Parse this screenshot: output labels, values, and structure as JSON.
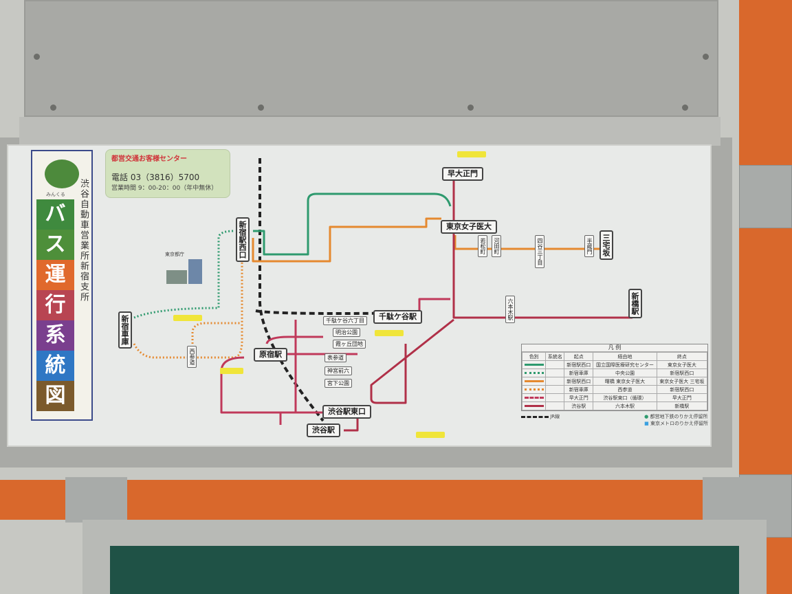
{
  "title_column": {
    "chars": [
      "バ",
      "ス",
      "運",
      "行",
      "系",
      "統",
      "図"
    ],
    "subtitle": "渋谷自動車営業所新宿支所",
    "mascot_name": "みんくる"
  },
  "info": {
    "title": "都営交通お客様センター",
    "tel": "電話 03（3816）5700",
    "hours": "営業時間 9：00-20：00（年中無休）"
  },
  "landmarks": {
    "tocho": "東京都庁"
  },
  "stations": [
    "新宿駅西口",
    "新宿車庫",
    "千駄ケ谷駅",
    "原宿駅",
    "渋谷駅東口",
    "渋谷駅",
    "早大正門",
    "東京女子医大",
    "三宅坂",
    "新橋駅",
    "表参道",
    "神宮前六",
    "宮下公園",
    "明治公園",
    "千駄ケ谷六丁目",
    "霞ヶ丘団地",
    "六本木駅",
    "若松町",
    "河田町",
    "四谷三丁目",
    "西参道",
    "半蔵門"
  ],
  "legend": {
    "title": "凡 例",
    "headers": [
      "色別",
      "系統名",
      "起点",
      "経由地",
      "終点"
    ],
    "rows": [
      {
        "color": "#2e9a6e",
        "style": "solid",
        "from": "新宿駅西口",
        "via": "国立国際医療研究センター",
        "to": "東京女子医大"
      },
      {
        "color": "#2e9a6e",
        "style": "dotted",
        "from": "新宿車庫",
        "via": "中央公園",
        "to": "新宿駅西口"
      },
      {
        "color": "#e5892f",
        "style": "solid",
        "from": "新宿駅西口",
        "via": "曙橋 東京女子医大",
        "to": "東京女子医大 三宅坂"
      },
      {
        "color": "#e5892f",
        "style": "dotted",
        "from": "新宿車庫",
        "via": "西参道",
        "to": "新宿駅西口"
      },
      {
        "color": "#c0395a",
        "style": "dashed",
        "from": "早大正門",
        "via": "渋谷駅東口（循環）",
        "to": "早大正門"
      },
      {
        "color": "#b03048",
        "style": "solid",
        "from": "渋谷駅",
        "via": "六本木駅",
        "to": "新橋駅"
      }
    ],
    "jr": "JR線",
    "toei": "都営地下鉄のりかえ停留所",
    "metro": "東京メトロのりかえ停留所"
  }
}
